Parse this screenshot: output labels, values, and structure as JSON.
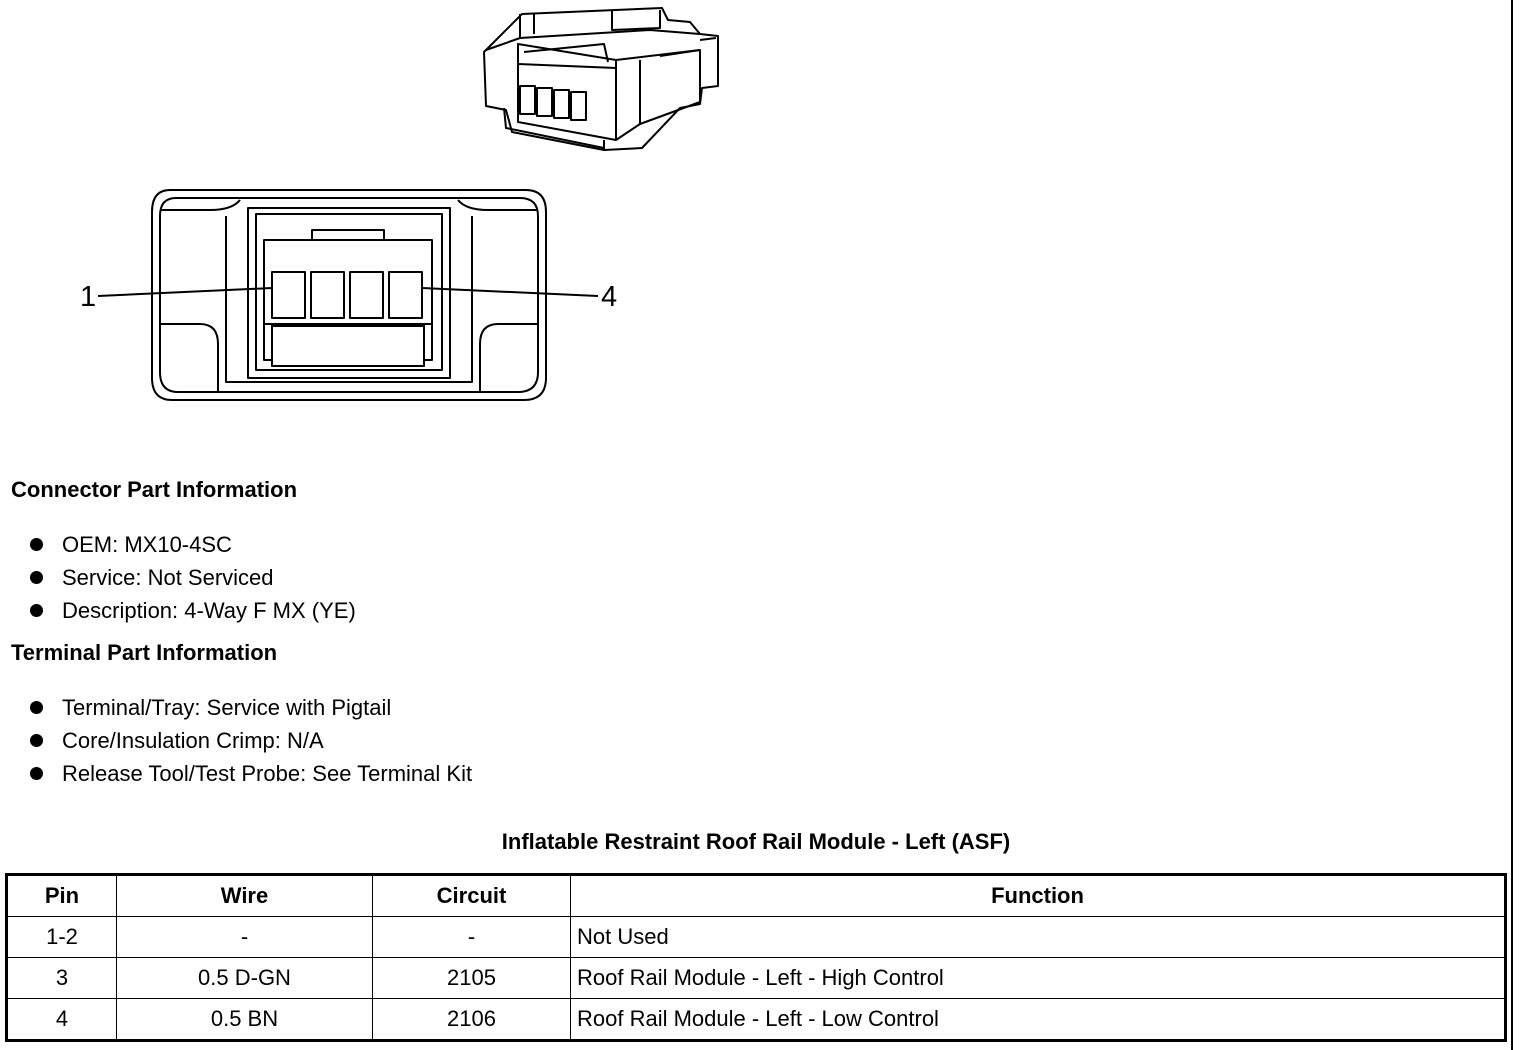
{
  "diagram": {
    "pin_left_label": "1",
    "pin_right_label": "4"
  },
  "connector_info": {
    "heading": "Connector Part Information",
    "items": [
      "OEM: MX10-4SC",
      "Service: Not Serviced",
      "Description: 4-Way F MX (YE)"
    ]
  },
  "terminal_info": {
    "heading": "Terminal Part Information",
    "items": [
      "Terminal/Tray: Service with Pigtail",
      "Core/Insulation Crimp: N/A",
      "Release Tool/Test Probe: See Terminal Kit"
    ]
  },
  "table": {
    "title": "Inflatable Restraint Roof Rail Module - Left (ASF)",
    "headers": [
      "Pin",
      "Wire",
      "Circuit",
      "Function"
    ],
    "rows": [
      [
        "1-2",
        "-",
        "-",
        "Not Used"
      ],
      [
        "3",
        "0.5 D-GN",
        "2105",
        "Roof Rail Module - Left - High Control"
      ],
      [
        "4",
        "0.5 BN",
        "2106",
        "Roof Rail Module - Left - Low Control"
      ]
    ]
  }
}
